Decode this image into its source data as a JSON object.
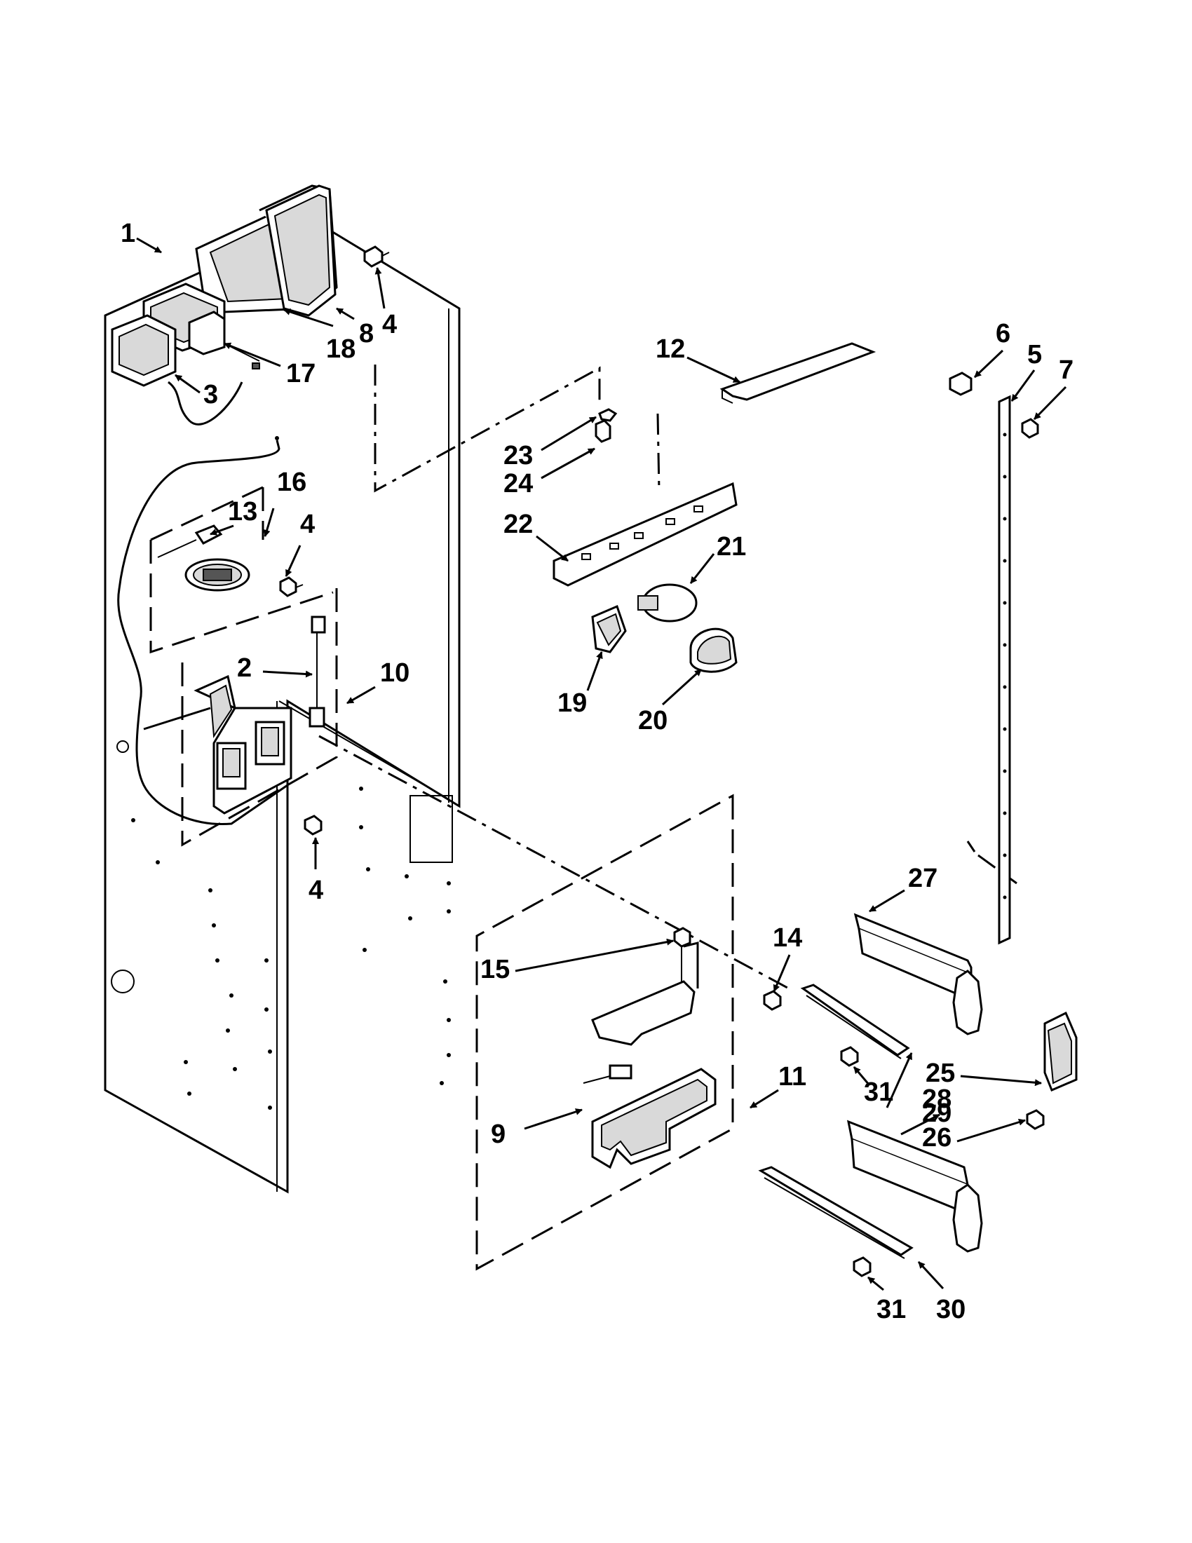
{
  "diagram": {
    "callouts": [
      "1",
      "2",
      "3",
      "4",
      "4",
      "4",
      "5",
      "6",
      "7",
      "8",
      "9",
      "10",
      "11",
      "12",
      "13",
      "14",
      "15",
      "16",
      "17",
      "18",
      "19",
      "20",
      "21",
      "22",
      "23",
      "24",
      "25",
      "26",
      "27",
      "28",
      "29",
      "30",
      "31",
      "31"
    ]
  }
}
